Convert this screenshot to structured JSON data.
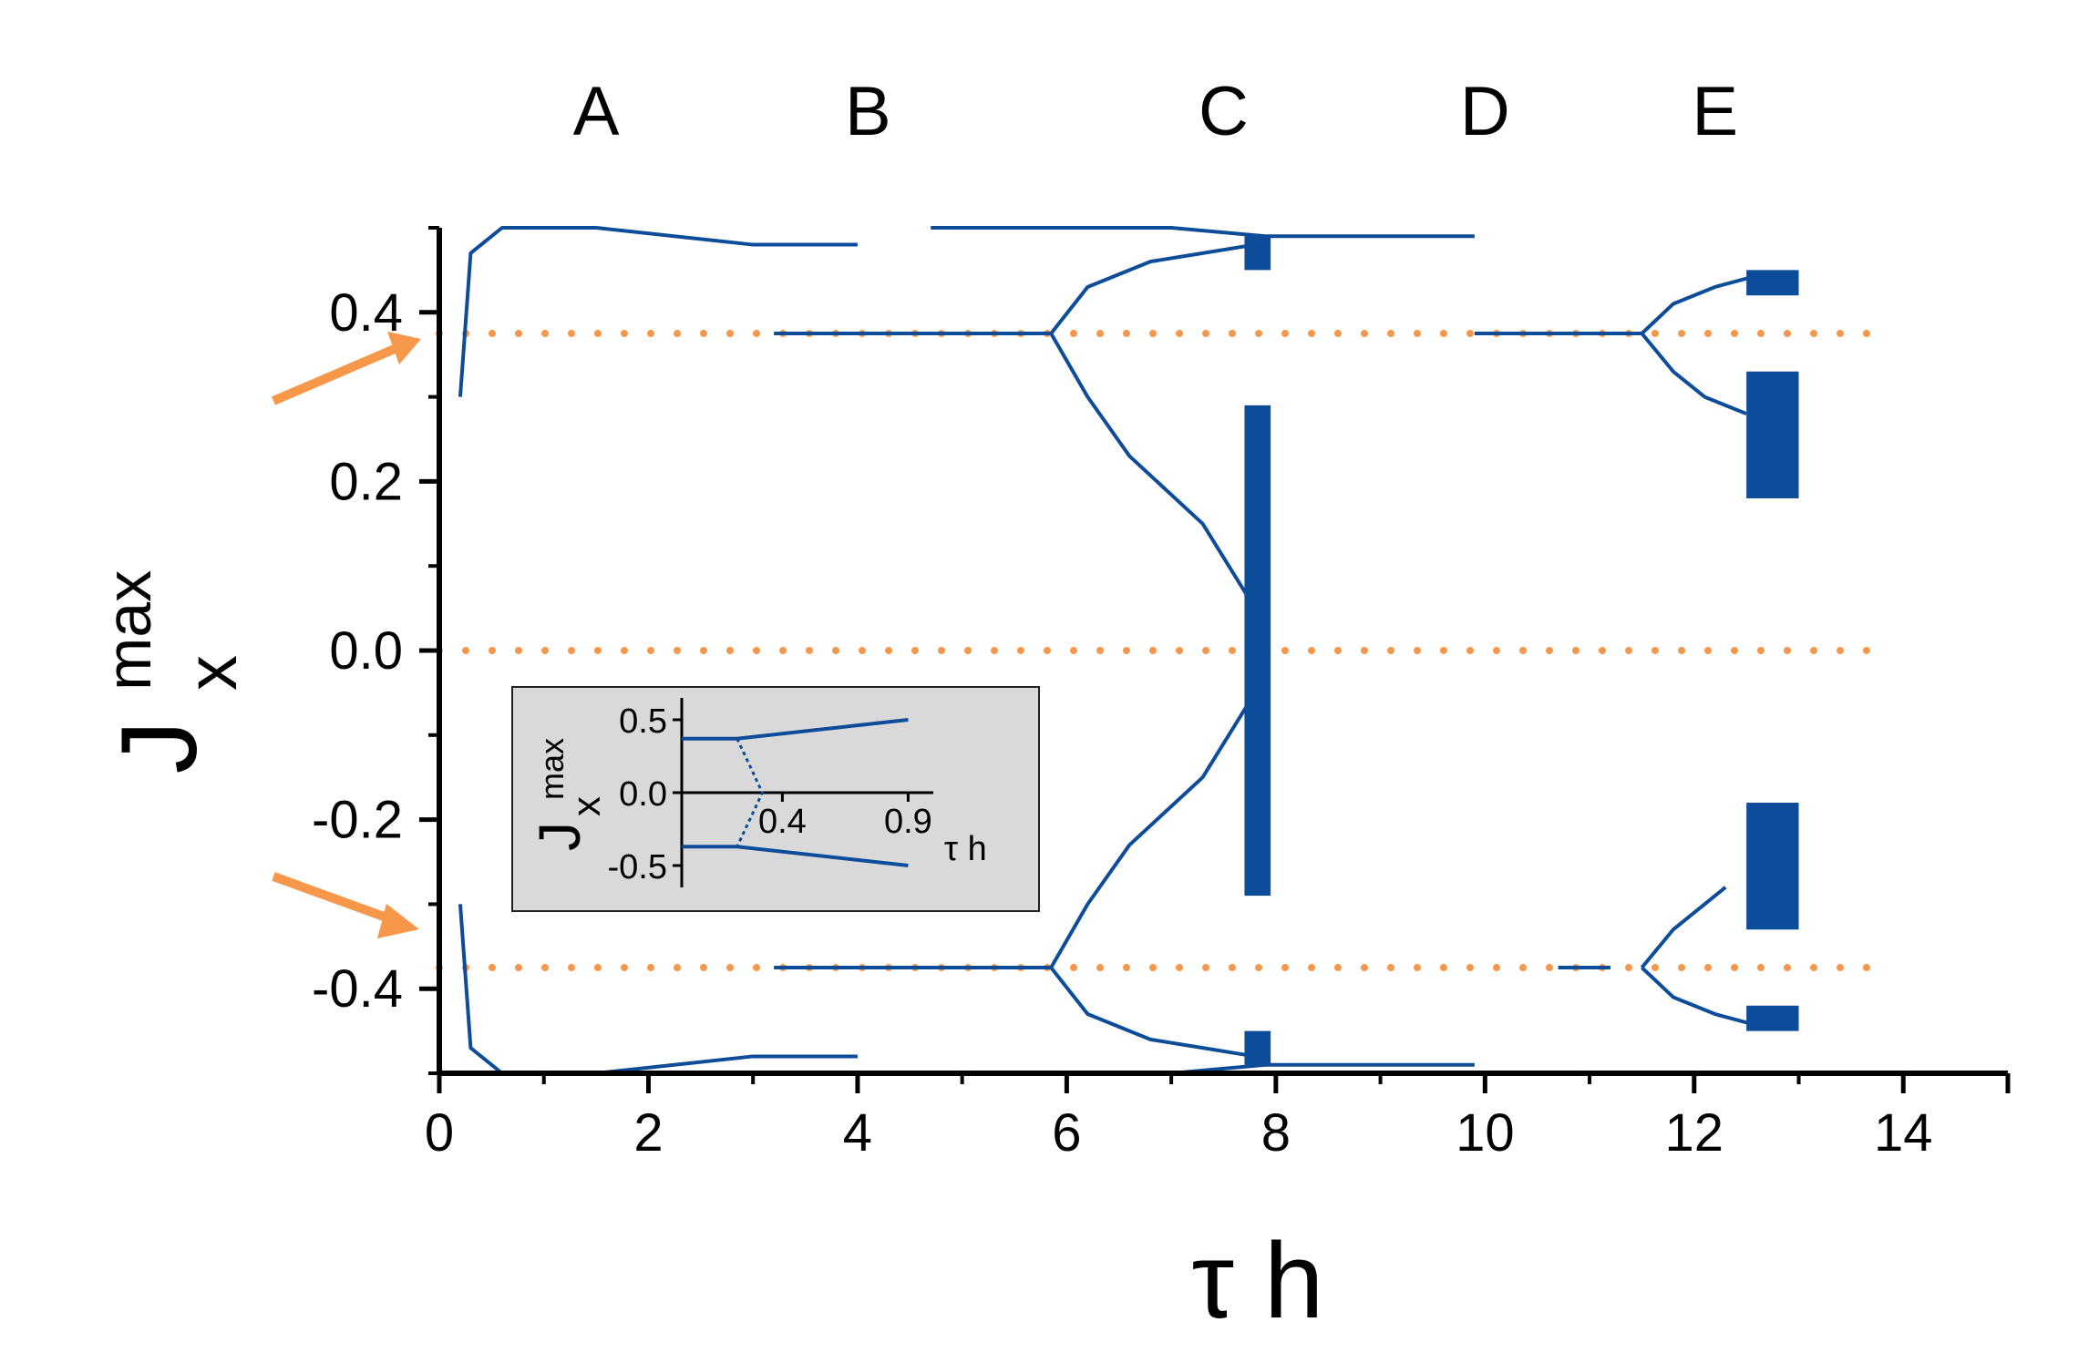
{
  "chart_data": {
    "type": "scatter",
    "title": "",
    "xlabel": "τ h",
    "ylabel": {
      "main": "J",
      "sub": "x",
      "sup": "max"
    },
    "xlim": [
      0,
      15
    ],
    "ylim": [
      -0.5,
      0.5
    ],
    "xticks": [
      "0",
      "2",
      "4",
      "6",
      "8",
      "10",
      "12",
      "14"
    ],
    "yticks": [
      "-0.4",
      "-0.2",
      "0.0",
      "0.2",
      "0.4"
    ],
    "regions": [
      "A",
      "B",
      "C",
      "D",
      "E"
    ],
    "region_x": [
      1.5,
      4.1,
      7.5,
      10.0,
      12.2
    ],
    "colors": {
      "bifurcation": "#0d4c99",
      "fixed_points": "#f7974a",
      "inset_bg": "#d9d9d9"
    },
    "fixed_points": {
      "y_values": [
        0.375,
        0.0,
        -0.375
      ],
      "x_range": [
        0,
        13.8
      ]
    },
    "stable_segments": [
      {
        "x": [
          3.2,
          5.85
        ],
        "y": 0.375
      },
      {
        "x": [
          9.9,
          11.5
        ],
        "y": 0.375
      },
      {
        "x": [
          3.2,
          5.85
        ],
        "y": -0.375
      },
      {
        "x": [
          10.7,
          11.2
        ],
        "y": -0.375
      }
    ],
    "branches": [
      {
        "name": "upper-envelope-A",
        "x": [
          0.2,
          0.3,
          0.6,
          1.5,
          3.0,
          4.0
        ],
        "y": [
          0.3,
          0.47,
          0.5,
          0.5,
          0.48,
          0.48
        ]
      },
      {
        "name": "lower-envelope-A",
        "x": [
          0.2,
          0.3,
          0.6,
          1.5,
          3.0,
          4.0
        ],
        "y": [
          -0.3,
          -0.47,
          -0.5,
          -0.5,
          -0.48,
          -0.48
        ]
      },
      {
        "name": "upper-envelope-C",
        "x": [
          4.7,
          6.0,
          7.0,
          7.9,
          9.9
        ],
        "y": [
          0.5,
          0.5,
          0.5,
          0.49,
          0.49
        ]
      },
      {
        "name": "lower-envelope-C",
        "x": [
          4.7,
          6.0,
          7.0,
          7.9,
          9.9
        ],
        "y": [
          -0.5,
          -0.5,
          -0.5,
          -0.49,
          -0.49
        ]
      },
      {
        "name": "pitchfork-C-up",
        "x": [
          5.85,
          6.2,
          6.8,
          7.3,
          7.8
        ],
        "y": [
          0.375,
          0.43,
          0.46,
          0.47,
          0.48
        ]
      },
      {
        "name": "pitchfork-C-down",
        "x": [
          5.85,
          6.2,
          6.6,
          7.3,
          7.8
        ],
        "y": [
          0.375,
          0.3,
          0.23,
          0.15,
          0.05
        ]
      },
      {
        "name": "pitchfork-C-low-up",
        "x": [
          5.85,
          6.2,
          6.6,
          7.3,
          7.8
        ],
        "y": [
          -0.375,
          -0.3,
          -0.23,
          -0.15,
          -0.05
        ]
      },
      {
        "name": "pitchfork-C-low-down",
        "x": [
          5.85,
          6.2,
          6.8,
          7.3,
          7.8
        ],
        "y": [
          -0.375,
          -0.43,
          -0.46,
          -0.47,
          -0.48
        ]
      },
      {
        "name": "pitchfork-E-up",
        "x": [
          11.5,
          11.8,
          12.2,
          12.5,
          13.0
        ],
        "y": [
          0.375,
          0.41,
          0.43,
          0.44,
          0.44
        ]
      },
      {
        "name": "pitchfork-E-down",
        "x": [
          11.5,
          11.8,
          12.1,
          12.3,
          12.5
        ],
        "y": [
          0.375,
          0.33,
          0.3,
          0.29,
          0.28
        ]
      },
      {
        "name": "pitchfork-E-low-up",
        "x": [
          11.5,
          11.8,
          12.1,
          12.3
        ],
        "y": [
          -0.375,
          -0.33,
          -0.3,
          -0.28
        ]
      },
      {
        "name": "pitchfork-E-low-down",
        "x": [
          11.5,
          11.8,
          12.2,
          12.5,
          13.0
        ],
        "y": [
          -0.375,
          -0.41,
          -0.43,
          -0.44,
          -0.44
        ]
      }
    ],
    "chaotic_bands": [
      {
        "x": [
          7.7,
          7.95
        ],
        "y": [
          -0.29,
          0.29
        ]
      },
      {
        "x": [
          7.7,
          7.95
        ],
        "y": [
          0.45,
          0.49
        ]
      },
      {
        "x": [
          7.7,
          7.95
        ],
        "y": [
          -0.49,
          -0.45
        ]
      },
      {
        "x": [
          12.5,
          13.0
        ],
        "y": [
          0.18,
          0.33
        ]
      },
      {
        "x": [
          12.5,
          13.0
        ],
        "y": [
          0.42,
          0.45
        ]
      },
      {
        "x": [
          12.5,
          13.0
        ],
        "y": [
          -0.33,
          -0.18
        ]
      },
      {
        "x": [
          12.5,
          13.0
        ],
        "y": [
          -0.45,
          -0.42
        ]
      }
    ],
    "inset": {
      "xlabel": "τ h",
      "ylabel": {
        "main": "J",
        "sub": "x",
        "sup": "max"
      },
      "xlim": [
        0,
        1.0
      ],
      "ylim": [
        -0.65,
        0.65
      ],
      "xticks": [
        "0.4",
        "0.9"
      ],
      "yticks": [
        "0.5",
        "0.0",
        "-0.5"
      ],
      "upper_line": {
        "x": [
          0.0,
          0.22,
          0.9
        ],
        "y": [
          0.37,
          0.37,
          0.5
        ]
      },
      "lower_line": {
        "x": [
          0.0,
          0.22,
          0.9
        ],
        "y": [
          -0.37,
          -0.37,
          -0.5
        ]
      }
    }
  }
}
